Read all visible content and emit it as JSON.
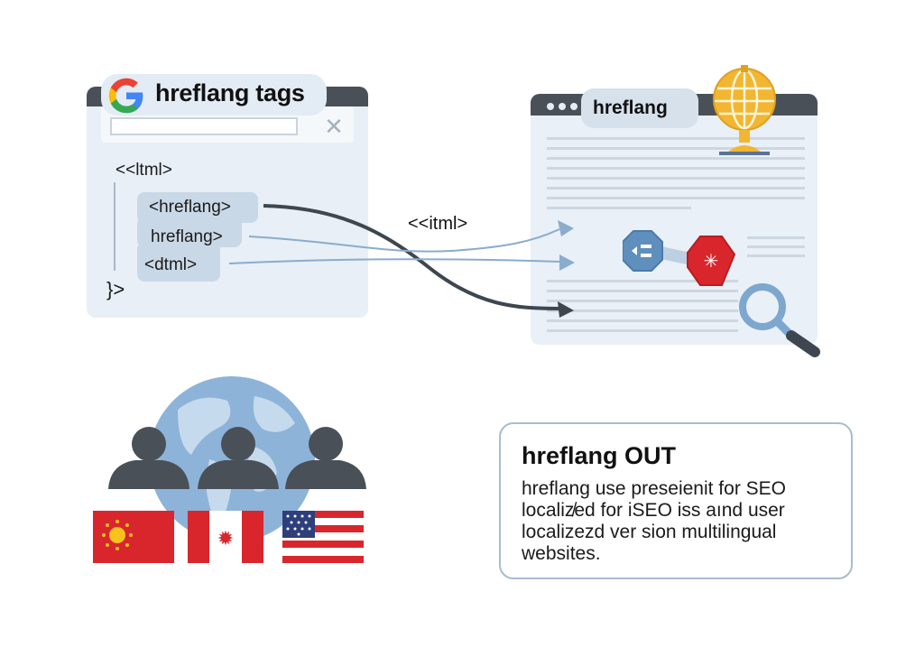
{
  "left_panel": {
    "search_title": "hreflang tags",
    "logo": "google-g-icon",
    "close_icon": "close-icon",
    "close_glyph": "✕",
    "code_lines": {
      "open": "<<ltml>",
      "line1": "<hreflang>",
      "line2": "hreflang>",
      "line3": "<dtml>",
      "close": "}>"
    }
  },
  "middle_label": "<<itml>",
  "right_panel": {
    "title": "hreflang",
    "icons": [
      "globe-icon",
      "link-node-icon",
      "error-node-icon",
      "magnifier-icon"
    ]
  },
  "bottom_left": {
    "globe": "world-globe-icon",
    "people_count": 3,
    "flags": [
      "sun-flag",
      "canada-style-flag",
      "us-style-flag"
    ]
  },
  "info_box": {
    "title": "hreflang OUT",
    "lines": [
      "hreflang use preseienit for SEO",
      "localiz̸ed for iSEO iss aınd user",
      "localizezd ver sion multilingual",
      "websites."
    ]
  },
  "colors": {
    "window_bar": "#4a5058",
    "panel_bg": "#e8eff7",
    "accent_blue": "#6f9bc4",
    "accent_red": "#d9262c",
    "globe_gold": "#f2b632",
    "arrow_dark": "#3e4650"
  }
}
